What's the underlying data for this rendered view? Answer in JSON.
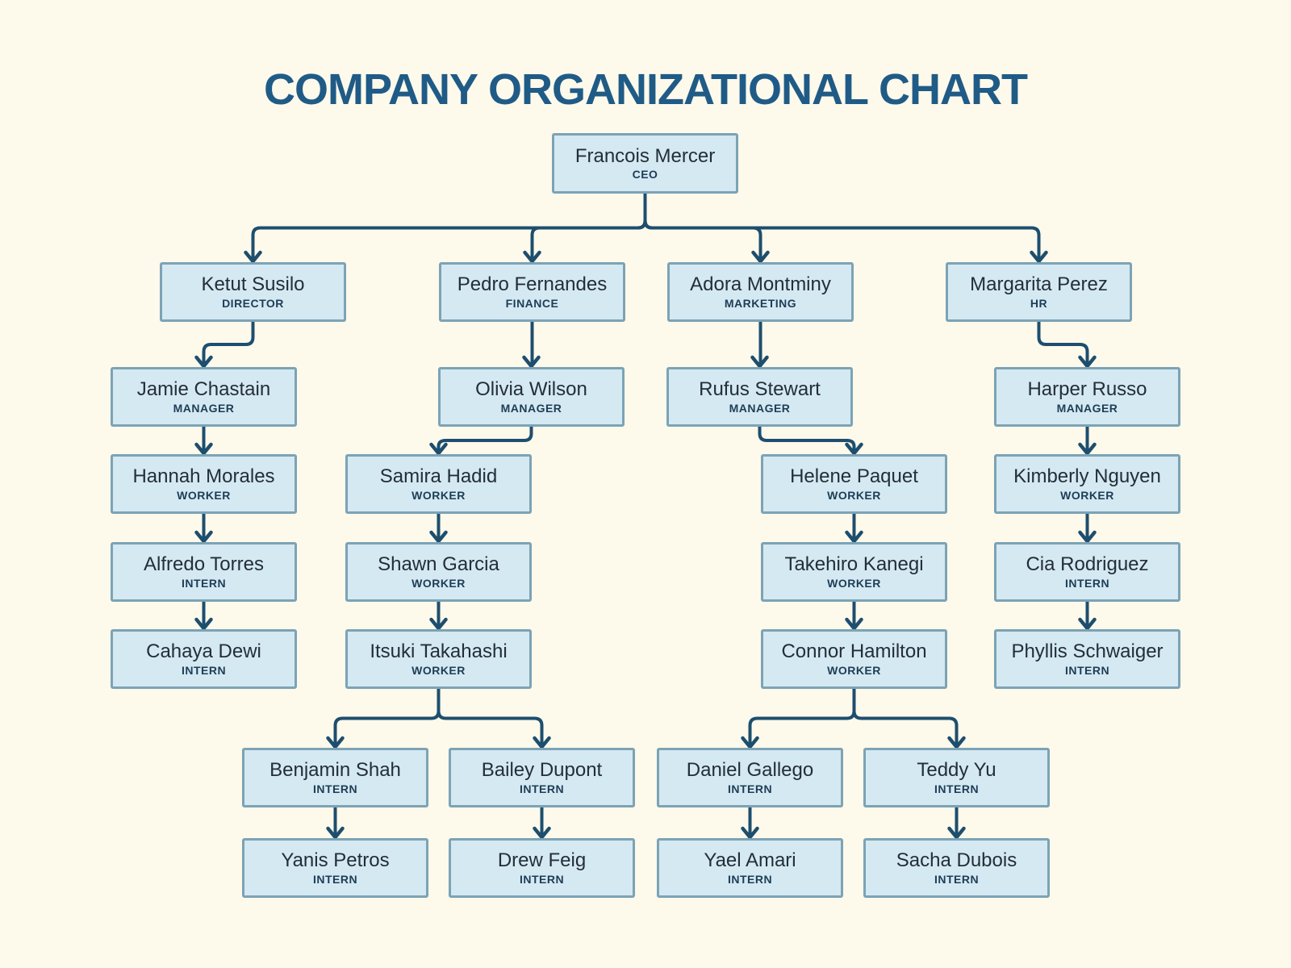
{
  "title": "COMPANY ORGANIZATIONAL CHART",
  "colors": {
    "background": "#FDF9EB",
    "box_fill": "#D5E9F2",
    "box_border": "#7CA3B5",
    "connector": "#1D4E6E",
    "title_text": "#1F5B86",
    "name_text": "#232E38",
    "role_text": "#1D3D57"
  },
  "nodes": [
    {
      "id": "francois-mercer",
      "name": "Francois Mercer",
      "role": "CEO"
    },
    {
      "id": "ketut-susilo",
      "name": "Ketut Susilo",
      "role": "DIRECTOR"
    },
    {
      "id": "pedro-fernandes",
      "name": "Pedro Fernandes",
      "role": "FINANCE"
    },
    {
      "id": "adora-montminy",
      "name": "Adora Montminy",
      "role": "MARKETING"
    },
    {
      "id": "margarita-perez",
      "name": "Margarita Perez",
      "role": "HR"
    },
    {
      "id": "jamie-chastain",
      "name": "Jamie Chastain",
      "role": "MANAGER"
    },
    {
      "id": "olivia-wilson",
      "name": "Olivia Wilson",
      "role": "MANAGER"
    },
    {
      "id": "rufus-stewart",
      "name": "Rufus Stewart",
      "role": "MANAGER"
    },
    {
      "id": "harper-russo",
      "name": "Harper Russo",
      "role": "MANAGER"
    },
    {
      "id": "hannah-morales",
      "name": "Hannah Morales",
      "role": "WORKER"
    },
    {
      "id": "samira-hadid",
      "name": "Samira Hadid",
      "role": "WORKER"
    },
    {
      "id": "helene-paquet",
      "name": "Helene Paquet",
      "role": "WORKER"
    },
    {
      "id": "kimberly-nguyen",
      "name": "Kimberly Nguyen",
      "role": "WORKER"
    },
    {
      "id": "alfredo-torres",
      "name": "Alfredo Torres",
      "role": "INTERN"
    },
    {
      "id": "shawn-garcia",
      "name": "Shawn Garcia",
      "role": "WORKER"
    },
    {
      "id": "takehiro-kanegi",
      "name": "Takehiro Kanegi",
      "role": "WORKER"
    },
    {
      "id": "cia-rodriguez",
      "name": "Cia Rodriguez",
      "role": "INTERN"
    },
    {
      "id": "cahaya-dewi",
      "name": "Cahaya Dewi",
      "role": "INTERN"
    },
    {
      "id": "itsuki-takahashi",
      "name": "Itsuki Takahashi",
      "role": "WORKER"
    },
    {
      "id": "connor-hamilton",
      "name": "Connor Hamilton",
      "role": "WORKER"
    },
    {
      "id": "phyllis-schwaiger",
      "name": "Phyllis Schwaiger",
      "role": "INTERN"
    },
    {
      "id": "benjamin-shah",
      "name": "Benjamin Shah",
      "role": "INTERN"
    },
    {
      "id": "bailey-dupont",
      "name": "Bailey Dupont",
      "role": "INTERN"
    },
    {
      "id": "daniel-gallego",
      "name": "Daniel Gallego",
      "role": "INTERN"
    },
    {
      "id": "teddy-yu",
      "name": "Teddy Yu",
      "role": "INTERN"
    },
    {
      "id": "yanis-petros",
      "name": "Yanis Petros",
      "role": "INTERN"
    },
    {
      "id": "drew-feig",
      "name": "Drew Feig",
      "role": "INTERN"
    },
    {
      "id": "yael-amari",
      "name": "Yael Amari",
      "role": "INTERN"
    },
    {
      "id": "sacha-dubois",
      "name": "Sacha Dubois",
      "role": "INTERN"
    }
  ],
  "edges": [
    {
      "from": "francois-mercer",
      "to": "ketut-susilo"
    },
    {
      "from": "francois-mercer",
      "to": "pedro-fernandes"
    },
    {
      "from": "francois-mercer",
      "to": "adora-montminy"
    },
    {
      "from": "francois-mercer",
      "to": "margarita-perez"
    },
    {
      "from": "ketut-susilo",
      "to": "jamie-chastain"
    },
    {
      "from": "jamie-chastain",
      "to": "hannah-morales"
    },
    {
      "from": "hannah-morales",
      "to": "alfredo-torres"
    },
    {
      "from": "alfredo-torres",
      "to": "cahaya-dewi"
    },
    {
      "from": "pedro-fernandes",
      "to": "olivia-wilson"
    },
    {
      "from": "olivia-wilson",
      "to": "samira-hadid"
    },
    {
      "from": "samira-hadid",
      "to": "shawn-garcia"
    },
    {
      "from": "shawn-garcia",
      "to": "itsuki-takahashi"
    },
    {
      "from": "itsuki-takahashi",
      "to": "benjamin-shah"
    },
    {
      "from": "itsuki-takahashi",
      "to": "bailey-dupont"
    },
    {
      "from": "benjamin-shah",
      "to": "yanis-petros"
    },
    {
      "from": "bailey-dupont",
      "to": "drew-feig"
    },
    {
      "from": "adora-montminy",
      "to": "rufus-stewart"
    },
    {
      "from": "rufus-stewart",
      "to": "helene-paquet"
    },
    {
      "from": "helene-paquet",
      "to": "takehiro-kanegi"
    },
    {
      "from": "takehiro-kanegi",
      "to": "connor-hamilton"
    },
    {
      "from": "connor-hamilton",
      "to": "daniel-gallego"
    },
    {
      "from": "connor-hamilton",
      "to": "teddy-yu"
    },
    {
      "from": "daniel-gallego",
      "to": "yael-amari"
    },
    {
      "from": "teddy-yu",
      "to": "sacha-dubois"
    },
    {
      "from": "margarita-perez",
      "to": "harper-russo"
    },
    {
      "from": "harper-russo",
      "to": "kimberly-nguyen"
    },
    {
      "from": "kimberly-nguyen",
      "to": "cia-rodriguez"
    },
    {
      "from": "cia-rodriguez",
      "to": "phyllis-schwaiger"
    }
  ]
}
